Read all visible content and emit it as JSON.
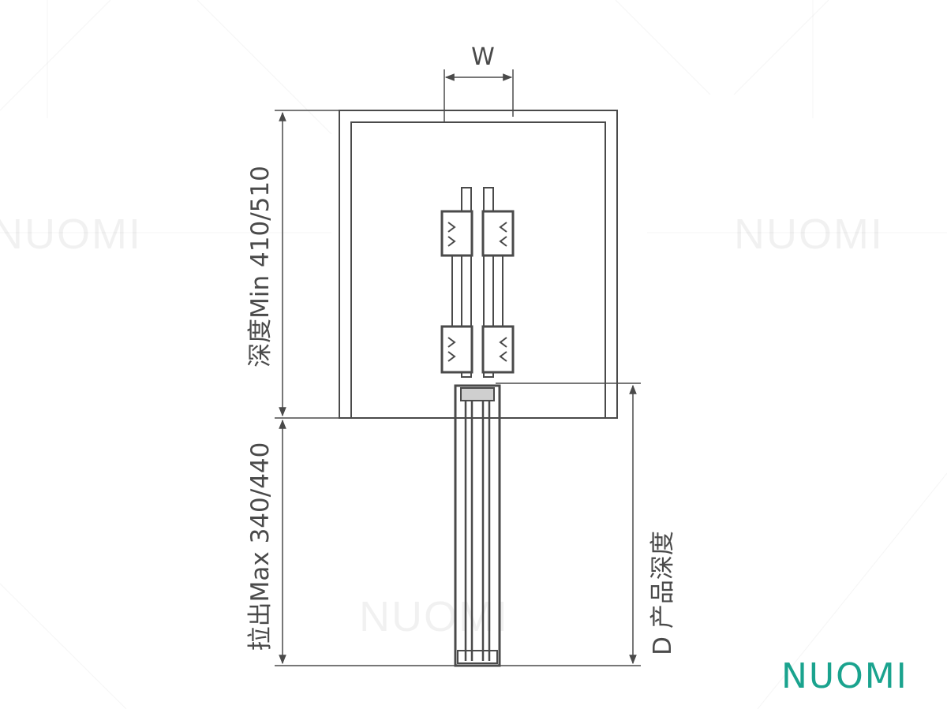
{
  "labels": {
    "width": "W",
    "depth": "深度Min 410/510",
    "pullout": "拉出Max 340/440",
    "product_depth": "D 产品深度"
  },
  "watermark": "NUOMI",
  "logo": "NUOMI",
  "colors": {
    "line": "#4a4a4a",
    "logo": "#1aa38e"
  }
}
